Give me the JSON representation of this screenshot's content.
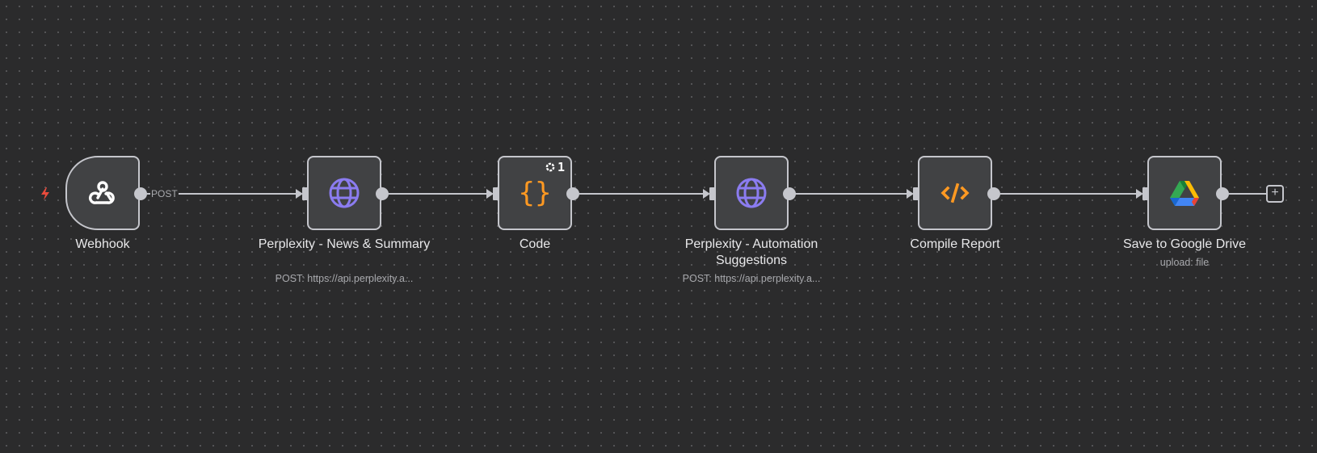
{
  "colors": {
    "background": "#2b2b2c",
    "node_fill": "#414244",
    "node_border": "#c5c6cc",
    "globe": "#8b7cf0",
    "code": "#ff9922",
    "trigger": "#ea4b3c"
  },
  "nodes": [
    {
      "id": "webhook",
      "label": "Webhook",
      "icon": "webhook-icon",
      "type": "trigger"
    },
    {
      "id": "perplexity-news",
      "label": "Perplexity - News & Summary",
      "sublabel": "POST: https://api.perplexity.a...",
      "icon": "globe-icon"
    },
    {
      "id": "code",
      "label": "Code",
      "icon": "braces-icon",
      "badge": "1"
    },
    {
      "id": "perplexity-automation",
      "label": "Perplexity - Automation Suggestions",
      "sublabel": "POST: https://api.perplexity.a...",
      "icon": "globe-icon"
    },
    {
      "id": "compile-report",
      "label": "Compile Report",
      "icon": "code-icon"
    },
    {
      "id": "google-drive",
      "label": "Save to Google Drive",
      "sublabel": "upload: file",
      "icon": "google-drive-icon"
    }
  ],
  "edges": [
    {
      "from": "webhook",
      "to": "perplexity-news",
      "label": "POST"
    },
    {
      "from": "perplexity-news",
      "to": "code"
    },
    {
      "from": "code",
      "to": "perplexity-automation"
    },
    {
      "from": "perplexity-automation",
      "to": "compile-report"
    },
    {
      "from": "compile-report",
      "to": "google-drive"
    }
  ],
  "add_node": {
    "label": "+"
  }
}
